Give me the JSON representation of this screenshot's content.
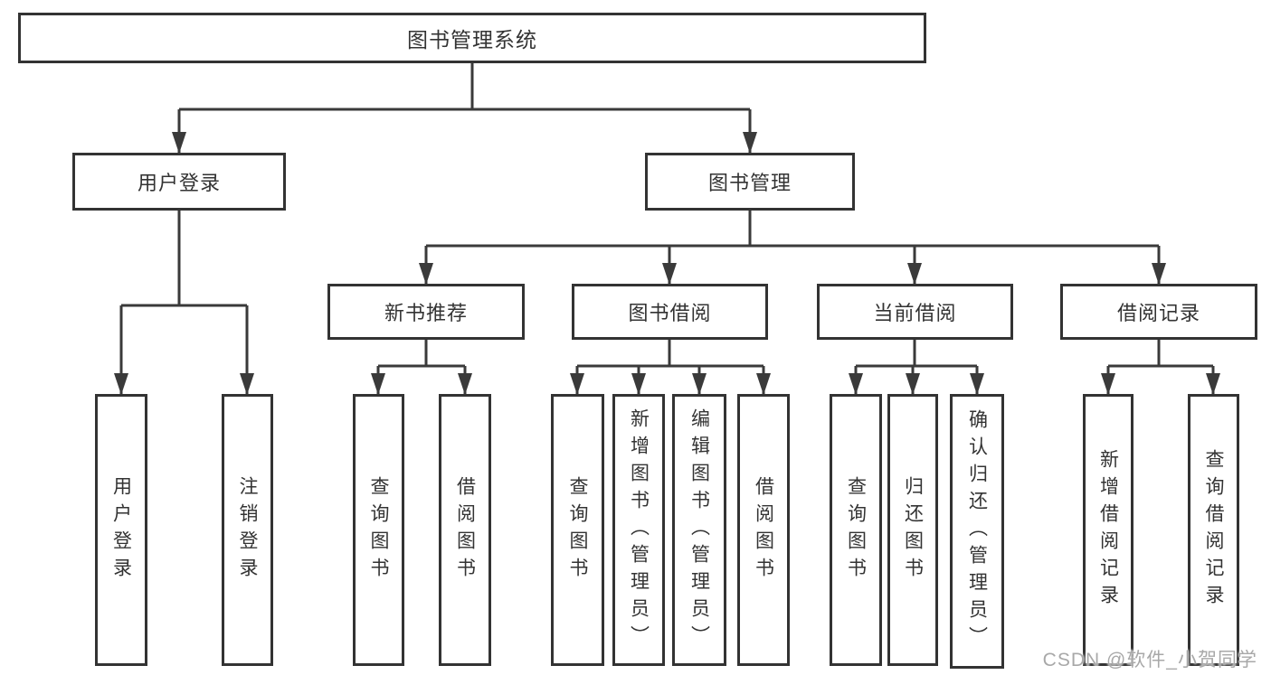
{
  "diagram": {
    "title_node": "图书管理系统",
    "level1": [
      {
        "label": "用户登录"
      },
      {
        "label": "图书管理"
      }
    ],
    "level2": [
      {
        "label": "新书推荐"
      },
      {
        "label": "图书借阅"
      },
      {
        "label": "当前借阅"
      },
      {
        "label": "借阅记录"
      }
    ],
    "leaves": [
      {
        "label": "用户登录"
      },
      {
        "label": "注销登录"
      },
      {
        "label": "查询图书"
      },
      {
        "label": "借阅图书"
      },
      {
        "label": "查询图书"
      },
      {
        "label": "新增图书（管理员）"
      },
      {
        "label": "编辑图书（管理员）"
      },
      {
        "label": "借阅图书"
      },
      {
        "label": "查询图书"
      },
      {
        "label": "归还图书"
      },
      {
        "label": "确认归还（管理员）"
      },
      {
        "label": "新增借阅记录"
      },
      {
        "label": "查询借阅记录"
      }
    ]
  },
  "watermark": "CSDN @软件_小贺同学",
  "colors": {
    "line": "#3a3a3a",
    "box_border": "#333333",
    "box_fill": "#ffffff",
    "text": "#333333",
    "watermark": "#a8a8a8",
    "background": "#ffffff"
  }
}
